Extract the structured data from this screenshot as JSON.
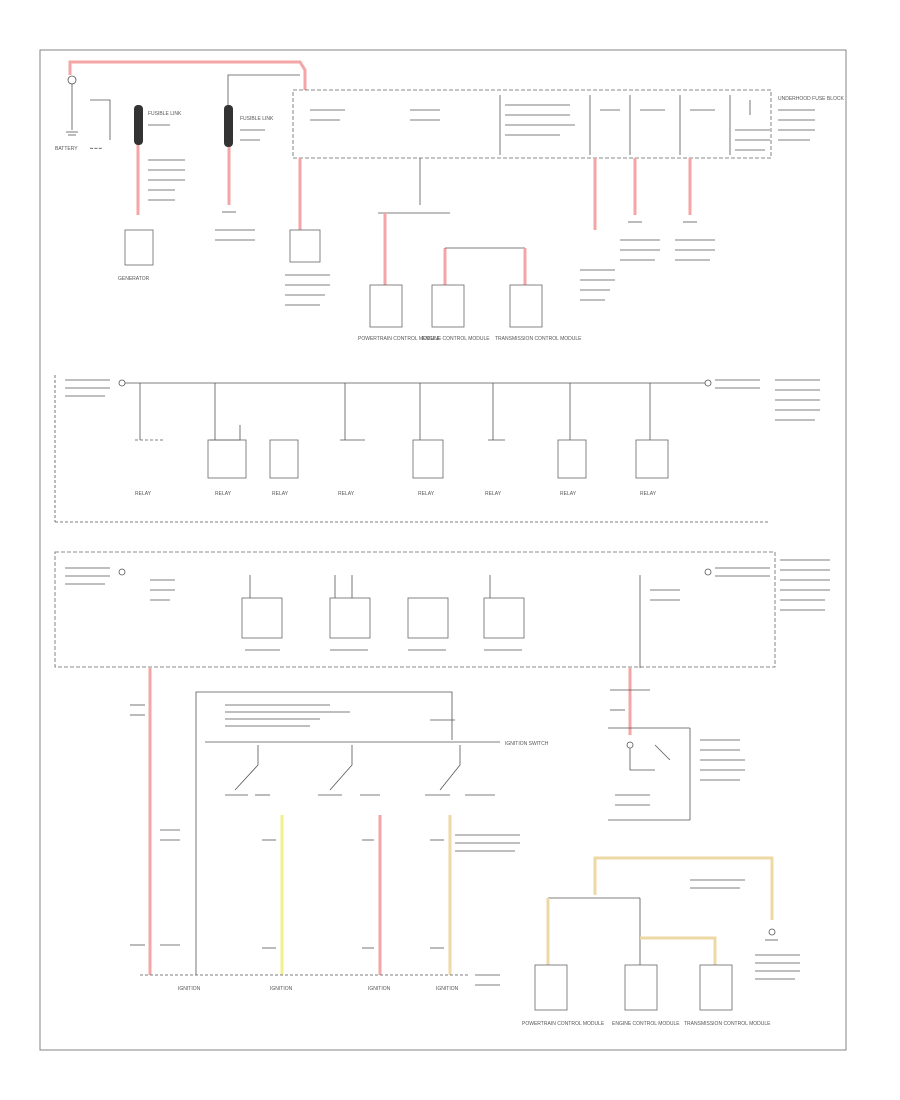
{
  "diagram": {
    "colors": {
      "wire_red": "#f4a6a6",
      "wire_yellow": "#f2ef8c",
      "wire_tan": "#ecd9a6",
      "line": "#555555",
      "fuse_link": "#333333"
    },
    "page_number": "",
    "sections": {
      "power": {
        "battery": "BATTERY",
        "fusible_links": [
          "FUSIBLE LINK",
          "FUSIBLE LINK"
        ],
        "underhood_fuse_block": "UNDERHOOD FUSE BLOCK",
        "generator": "GENERATOR",
        "components": [
          "POWERTRAIN CONTROL MODULE",
          "ENGINE CONTROL MODULE",
          "TRANSMISSION CONTROL MODULE"
        ]
      },
      "relay_row": {
        "relays": [
          "RELAY",
          "RELAY",
          "RELAY",
          "RELAY",
          "RELAY",
          "RELAY",
          "RELAY",
          "RELAY"
        ]
      },
      "ignition": {
        "ignition_switch": "IGNITION SWITCH",
        "outputs": [
          "IGNITION",
          "IGNITION",
          "IGNITION",
          "IGNITION"
        ],
        "bottom_components": [
          "POWERTRAIN CONTROL MODULE",
          "ENGINE CONTROL MODULE",
          "TRANSMISSION CONTROL MODULE"
        ]
      }
    }
  }
}
